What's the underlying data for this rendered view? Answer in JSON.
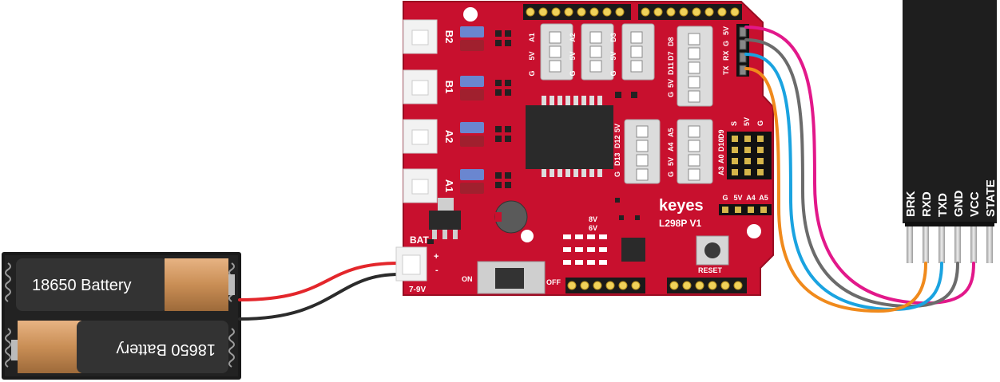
{
  "battery_pack": {
    "cells": [
      {
        "label": "18650  Battery"
      },
      {
        "label": "18650  Battery"
      }
    ]
  },
  "shield": {
    "brand": "keyes",
    "model": "L298P V1",
    "motor_ports": [
      "B2",
      "B1",
      "A2",
      "A1"
    ],
    "bat_label": "BAT",
    "bat_plus": "+",
    "bat_minus": "-",
    "bat_voltage": "7-9V",
    "switch_on": "ON",
    "switch_off": "OFF",
    "jumper_8v": "8V",
    "jumper_6v": "6V",
    "reset_label": "RESET",
    "header_cols": [
      {
        "g": "G",
        "v": "5V",
        "pin": "A1"
      },
      {
        "g": "G",
        "v": "5V",
        "pin": "A2"
      },
      {
        "g": "G",
        "v": "5V",
        "pin": "D3"
      }
    ],
    "header_d8": [
      "G",
      "5V",
      "D11",
      "D7",
      "D8"
    ],
    "header_mid": [
      "G",
      "D13",
      "D12",
      "5V"
    ],
    "header_a4a5": [
      "G",
      "5V",
      "A4",
      "A5"
    ],
    "header_side": [
      "A3",
      "A0",
      "D10",
      "D9"
    ],
    "header_sg": [
      "S",
      "5V",
      "G"
    ],
    "bt_pins_top": [
      "TX",
      "RX",
      "G",
      "5V"
    ],
    "analog_row": [
      "G",
      "5V",
      "A4",
      "A5"
    ]
  },
  "bt_module": {
    "pins": [
      "BRK",
      "RXD",
      "TXD",
      "GND",
      "VCC",
      "STATE"
    ]
  },
  "wires": {
    "colors": {
      "red": "#e3262b",
      "black": "#2b2b2b",
      "magenta": "#e2188a",
      "gray": "#6b6b6b",
      "blue": "#1aa3e0",
      "orange": "#f08a1c"
    }
  },
  "colors": {
    "board": "#c8102e",
    "battery_body": "#2e2e2e",
    "battery_copper": "#c98e55",
    "module": "#1e1e1e"
  }
}
